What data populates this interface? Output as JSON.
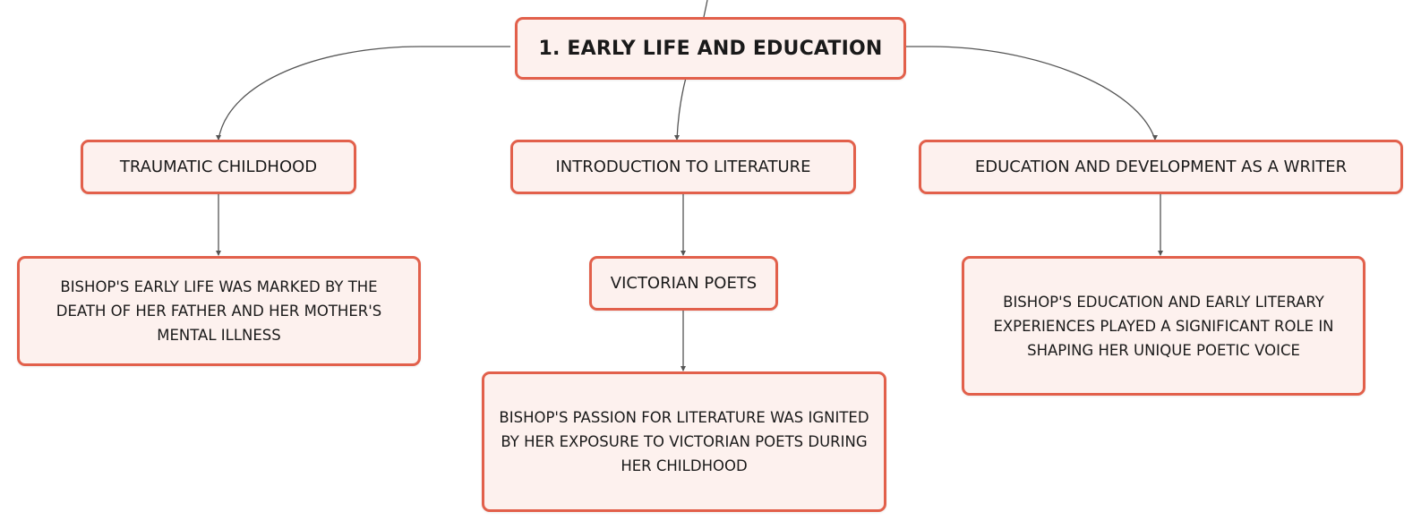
{
  "colors": {
    "node_border": "#e2604b",
    "node_fill": "#fdf1ee",
    "connector": "#555555"
  },
  "nodes": {
    "root": "1. EARLY LIFE AND EDUCATION",
    "traumatic_childhood": "TRAUMATIC CHILDHOOD",
    "introduction_to_literature": "INTRODUCTION TO LITERATURE",
    "education_development": "EDUCATION AND DEVELOPMENT AS A WRITER",
    "traumatic_childhood_detail": "BISHOP'S EARLY LIFE WAS MARKED BY THE DEATH OF HER FATHER AND HER MOTHER'S MENTAL ILLNESS",
    "victorian_poets": "VICTORIAN POETS",
    "victorian_poets_detail": "BISHOP'S PASSION FOR LITERATURE WAS IGNITED BY HER EXPOSURE TO VICTORIAN POETS DURING HER CHILDHOOD",
    "education_development_detail": "BISHOP'S EDUCATION AND EARLY LITERARY EXPERIENCES PLAYED A SIGNIFICANT ROLE IN SHAPING HER UNIQUE POETIC VOICE"
  }
}
